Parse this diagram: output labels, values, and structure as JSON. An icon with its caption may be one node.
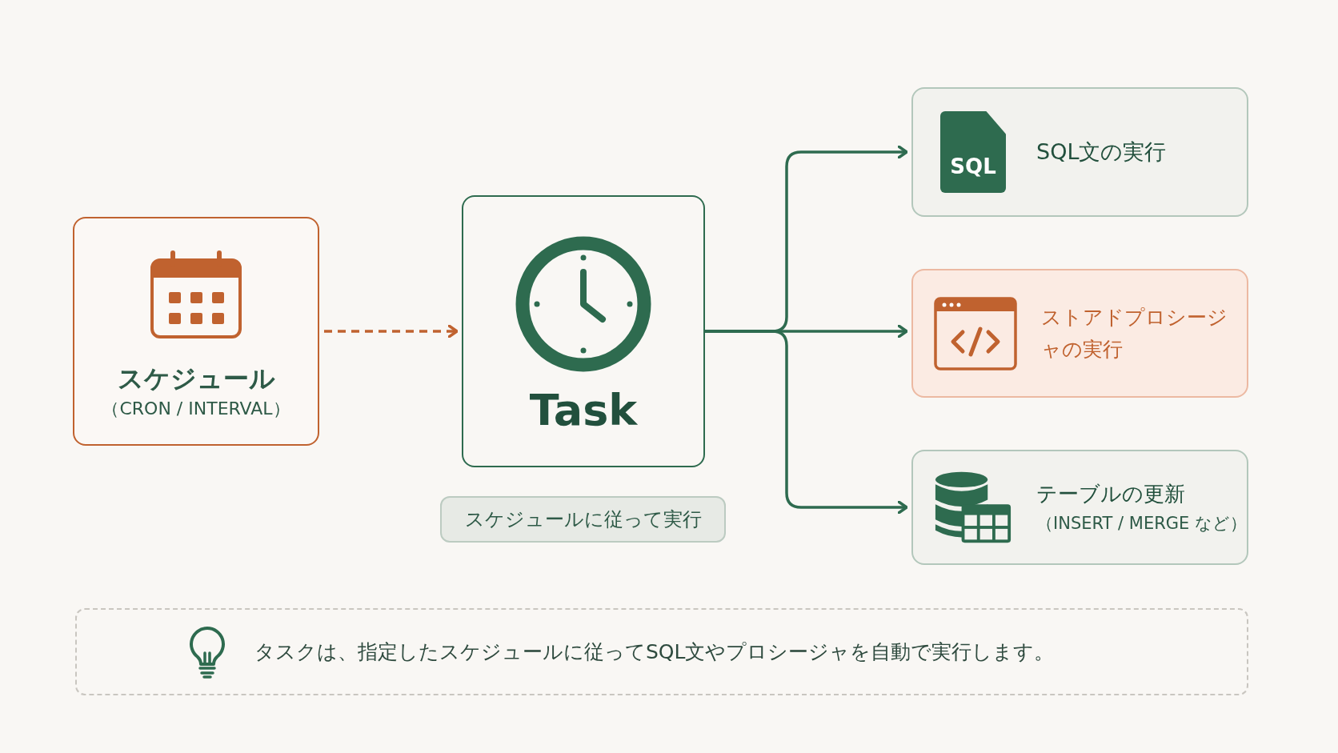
{
  "diagram": {
    "nodes": [
      {
        "text": [
          "スケジュール",
          "（CRON / INTERVAL）"
        ]
      },
      {
        "text": [
          "Task"
        ]
      },
      {
        "text": [
          "スケジュールに従って実行"
        ]
      },
      {
        "text": [
          "SQL文の実行"
        ]
      },
      {
        "text": [
          "ストアドプロシージャの実行"
        ]
      },
      {
        "text": [
          "テーブルの更新",
          "（INSERT / MERGE など）"
        ]
      },
      {
        "text": [
          "タスクは、指定したスケジュールに従ってSQL文やプロシージャを自動で実行します。"
        ]
      }
    ],
    "edges": [
      {
        "from": 0,
        "to": 1,
        "arrow": "to",
        "style": "dashed",
        "color": "#c0622f"
      },
      {
        "from": 1,
        "to": 3,
        "arrow": "to"
      },
      {
        "from": 1,
        "to": 4,
        "arrow": "to"
      },
      {
        "from": 1,
        "to": 5,
        "arrow": "to"
      }
    ],
    "labels": [
      "SQL"
    ]
  }
}
